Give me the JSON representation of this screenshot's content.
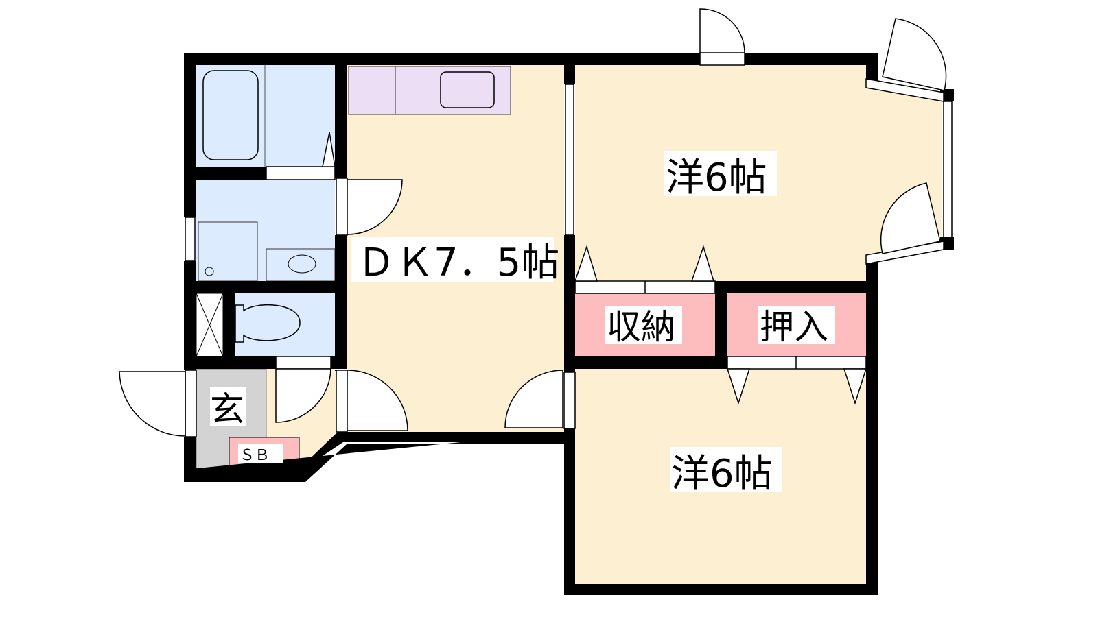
{
  "rooms": {
    "dk": "ＤＫ7．5帖",
    "western_top": "洋6帖",
    "western_bottom": "洋6帖",
    "storage": "収納",
    "closet": "押入",
    "entrance": "玄",
    "shoe_box": "ＳＢ"
  },
  "colors": {
    "wet_area": "#dcebfd",
    "floor": "#fdf0d2",
    "kitchen": "#ecdff5",
    "storage": "#fdbdbe",
    "entrance": "#d3d3d3",
    "wall": "#000000"
  }
}
